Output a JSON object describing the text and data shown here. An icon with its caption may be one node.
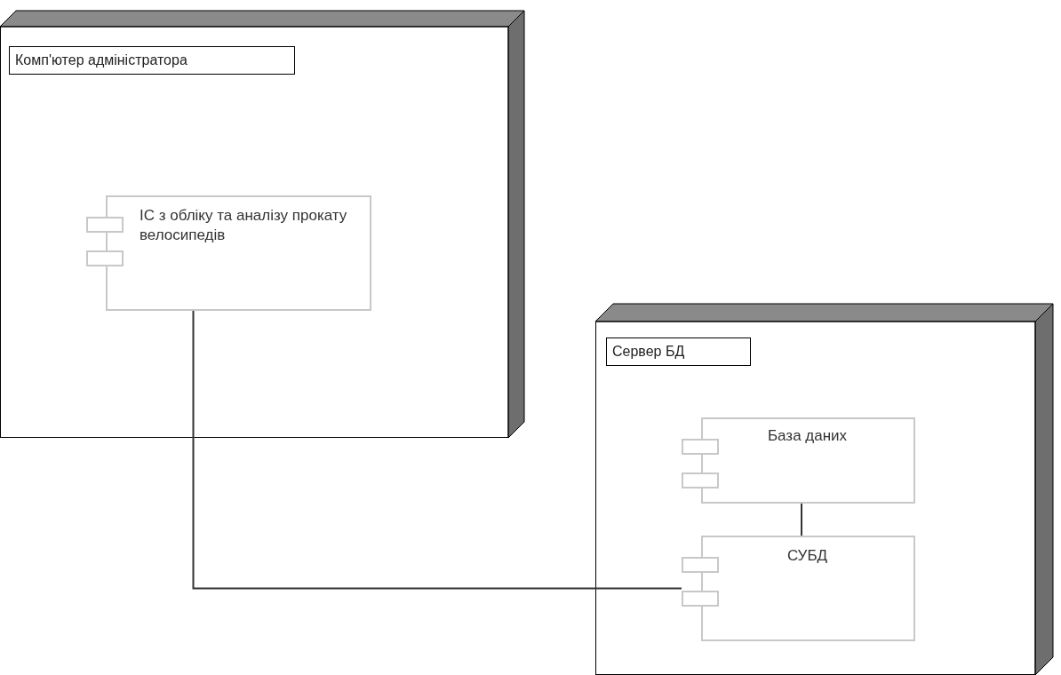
{
  "diagram": {
    "nodes": [
      {
        "text": [
          "Комп'ютер адміністратора"
        ]
      },
      {
        "text": [
          "ІС з обліку та аналізу прокату велосипедів"
        ],
        "in": 0
      },
      {
        "text": [
          "Сервер БД"
        ]
      },
      {
        "text": [
          "База даних"
        ],
        "in": 2
      },
      {
        "text": [
          "СУБД"
        ],
        "in": 2
      }
    ],
    "edges": [
      {
        "from": 1,
        "to": 4,
        "arrow": "none"
      },
      {
        "from": 3,
        "to": 4,
        "arrow": "none"
      }
    ]
  }
}
